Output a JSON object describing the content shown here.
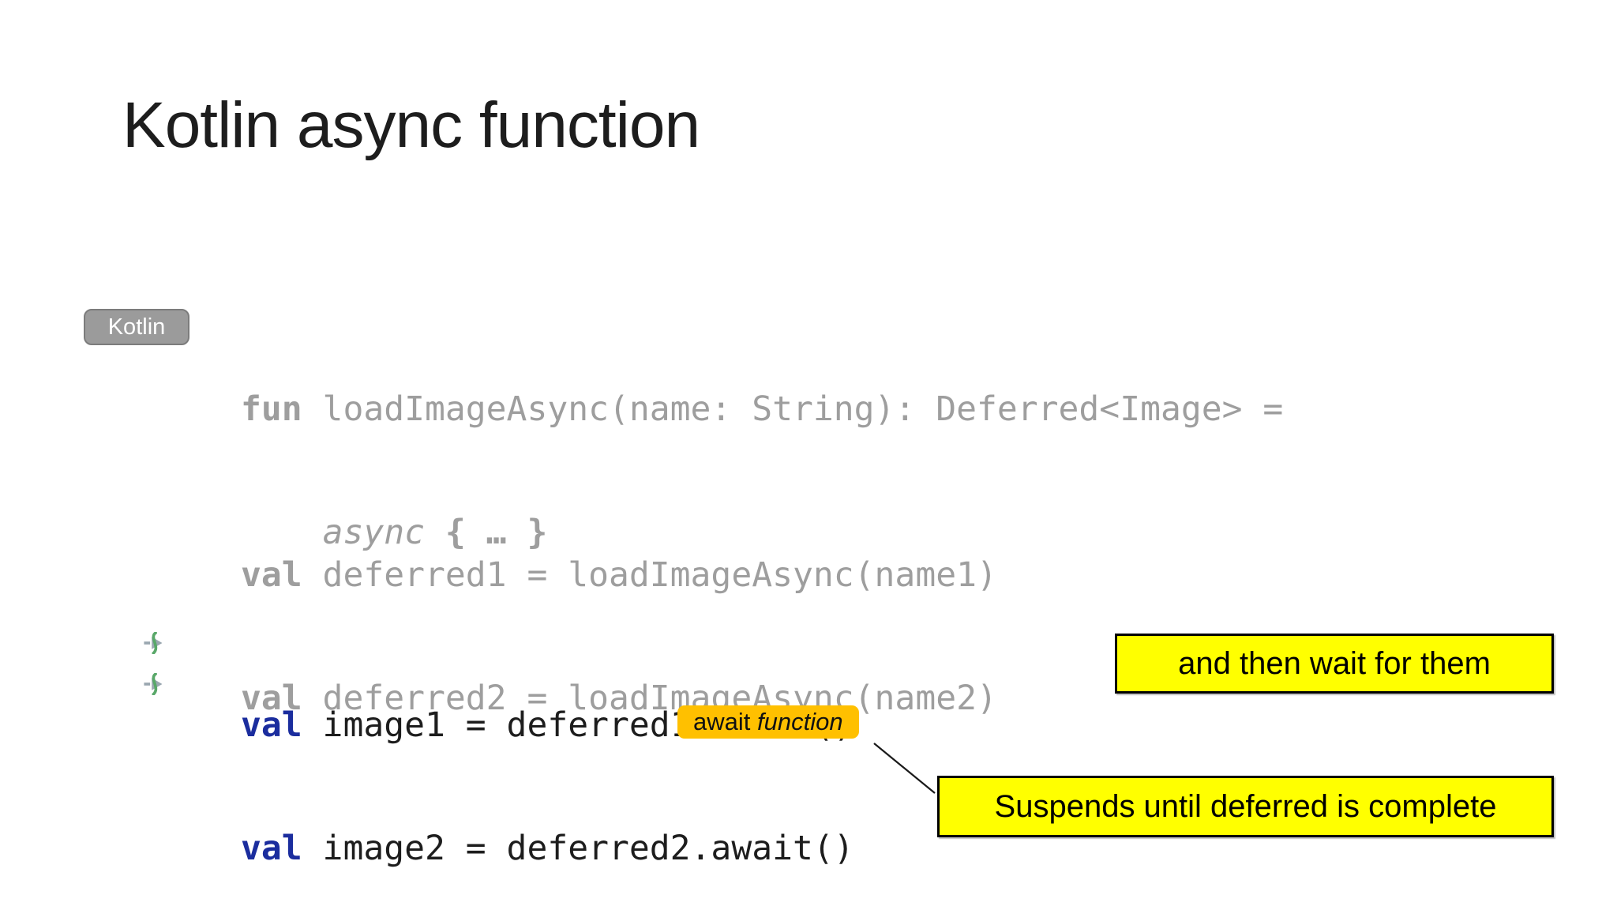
{
  "title": "Kotlin async function",
  "badge": {
    "label": "Kotlin"
  },
  "code": {
    "signature": {
      "keyword": "fun",
      "rest": " loadImageAsync(name: String): Deferred<Image> ="
    },
    "body": {
      "indent": "    ",
      "keyword": "async",
      "braces": " { … }"
    },
    "deferred_lines": [
      {
        "keyword": "val",
        "rest": " deferred1 = loadImageAsync(name1)"
      },
      {
        "keyword": "val",
        "rest": " deferred2 = loadImageAsync(name2)"
      }
    ],
    "await_lines": [
      {
        "keyword": "val",
        "rest": " image1 = deferred1.await()"
      },
      {
        "keyword": "val",
        "rest": " image2 = deferred2.await()"
      }
    ]
  },
  "callouts": {
    "wait_box": "and then wait for them",
    "suspend_box": "Suspends until deferred is complete",
    "await_tag": {
      "normal": "await ",
      "italic": "function"
    }
  },
  "icons": {
    "gutter": "suspend-function-call-icon"
  },
  "colors": {
    "highlight_yellow": "#ffff00",
    "tag_orange": "#ffc000",
    "keyword_blue": "#1b2d9e",
    "code_gray": "#9e9e9e",
    "code_black": "#1d1d1d",
    "badge_gray": "#9b9b9b",
    "suspend_green": "#59a869",
    "gutter_arrow_gray": "#9aa7b0"
  }
}
